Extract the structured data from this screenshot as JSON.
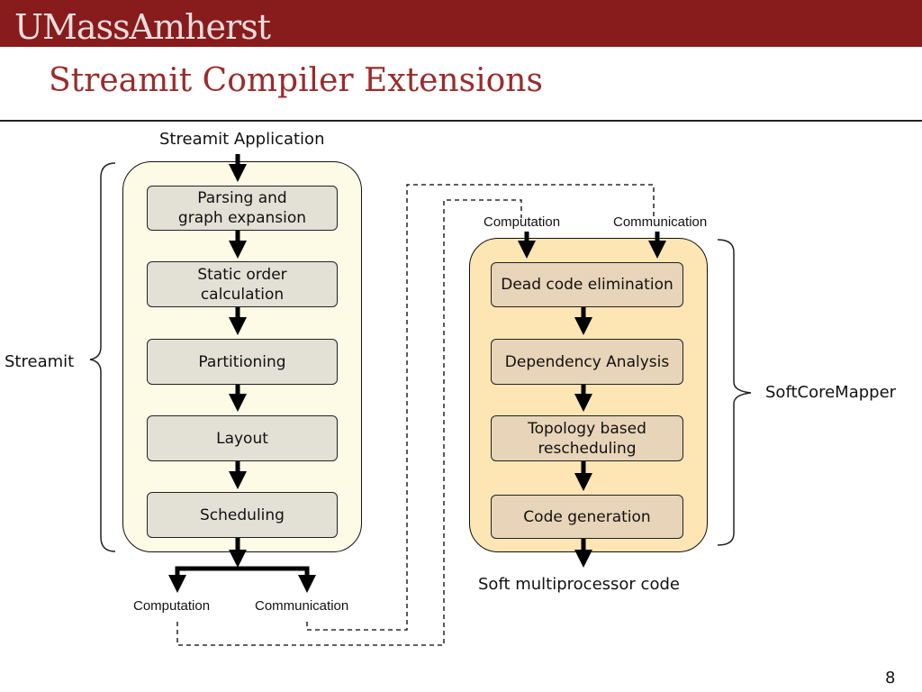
{
  "header": {
    "logo": "UMassAmherst",
    "title": "Streamit Compiler Extensions"
  },
  "diagram": {
    "input_label": "Streamit Application",
    "left_group_label": "Streamit",
    "right_group_label": "SoftCoreMapper",
    "left_steps": [
      "Parsing and\ngraph expansion",
      "Static order\ncalculation",
      "Partitioning",
      "Layout",
      "Scheduling"
    ],
    "right_steps": [
      "Dead code elimination",
      "Dependency Analysis",
      "Topology based\nrescheduling",
      "Code generation"
    ],
    "left_outputs": [
      "Computation",
      "Communication"
    ],
    "right_inputs": [
      "Computation",
      "Communication"
    ],
    "output_label": "Soft multiprocessor code"
  },
  "colors": {
    "banner": "#881c1c",
    "title": "#9b2b2b",
    "left_panel": "#fdfbe6",
    "right_panel": "#fde6b4",
    "left_step": "#e3e1d6",
    "right_step": "#e8d4b8"
  },
  "footer": {
    "page_number": "8"
  }
}
